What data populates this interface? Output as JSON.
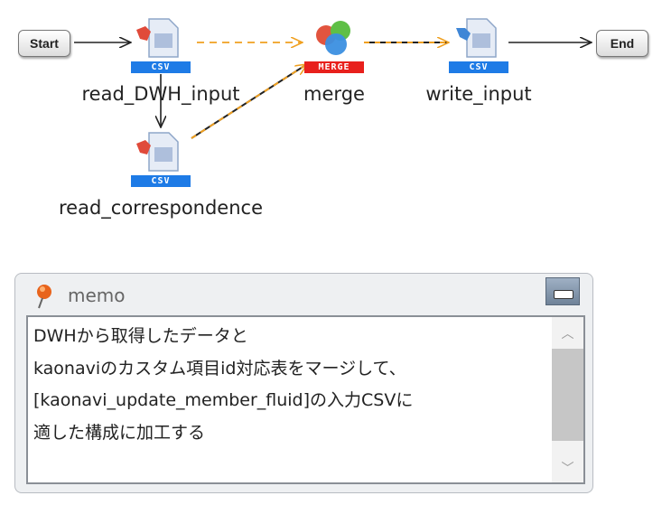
{
  "flow": {
    "start_label": "Start",
    "end_label": "End",
    "nodes": [
      {
        "id": "read_DWH_input",
        "label": "read_DWH_input",
        "badge": "CSV"
      },
      {
        "id": "read_correspondence",
        "label": "read_correspondence",
        "badge": "CSV"
      },
      {
        "id": "merge",
        "label": "merge",
        "badge": "MERGE"
      },
      {
        "id": "write_input",
        "label": "write_input",
        "badge": "CSV"
      }
    ],
    "colors": {
      "flow_line": "#222222",
      "data_line": "#f0a020",
      "csv_badge": "#1e7be6",
      "merge_badge": "#e8201c"
    }
  },
  "memo": {
    "title": "memo",
    "lines": [
      "DWHから取得したデータと",
      "kaonaviのカスタム項目id対応表をマージして、",
      "[kaonavi_update_member_fluid]の入力CSVに",
      "適した構成に加工する"
    ]
  }
}
